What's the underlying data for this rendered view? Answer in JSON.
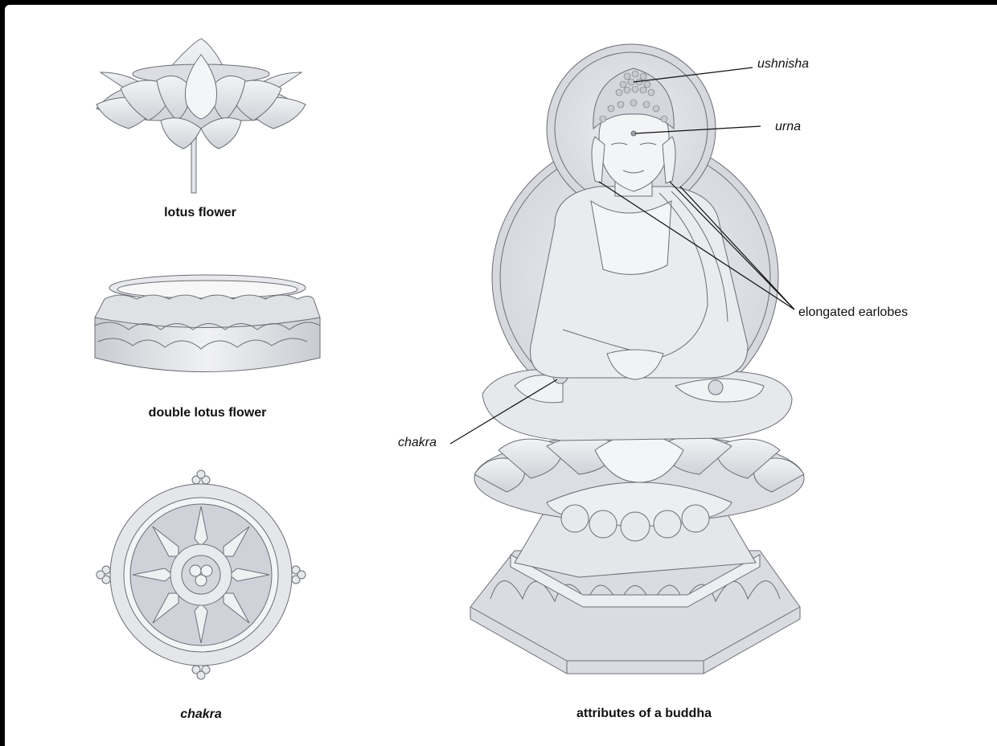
{
  "captions": {
    "lotus_flower": "lotus flower",
    "double_lotus_flower": "double lotus flower",
    "chakra": "chakra",
    "attributes": "attributes of a buddha"
  },
  "callouts": {
    "ushnisha": "ushnisha",
    "urna": "urna",
    "elongated_earlobes": "elongated earlobes",
    "chakra": "chakra"
  },
  "colors": {
    "background": "#000000",
    "canvas": "#ffffff",
    "fill_light": "#eeeff2",
    "fill_mid": "#d9dbe0",
    "fill_dark": "#b9bcc3",
    "stroke": "#6b6e75",
    "leader": "#111111"
  }
}
